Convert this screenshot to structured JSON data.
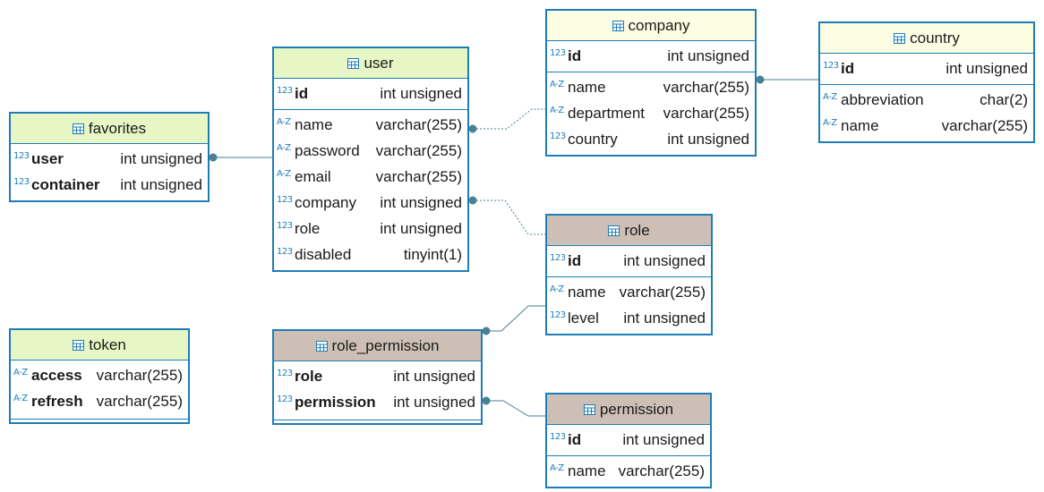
{
  "icons": {
    "numeric": "123",
    "text": "A-Z"
  },
  "colors": {
    "border": "#1e7db6",
    "header_green": "#e6f7c5",
    "header_yellow": "#fdfde3",
    "header_gray": "#cdbfb6",
    "connector": "#4a7f96"
  },
  "tables": {
    "favorites": {
      "title": "favorites",
      "cols": [
        {
          "name": "user",
          "type": "int unsigned",
          "icon": "123"
        },
        {
          "name": "container",
          "type": "int unsigned",
          "icon": "123"
        }
      ]
    },
    "user": {
      "title": "user",
      "pk": {
        "name": "id",
        "type": "int unsigned",
        "icon": "123"
      },
      "cols": [
        {
          "name": "name",
          "type": "varchar(255)",
          "icon": "A-Z"
        },
        {
          "name": "password",
          "type": "varchar(255)",
          "icon": "A-Z"
        },
        {
          "name": "email",
          "type": "varchar(255)",
          "icon": "A-Z"
        },
        {
          "name": "company",
          "type": "int unsigned",
          "icon": "123"
        },
        {
          "name": "role",
          "type": "int unsigned",
          "icon": "123"
        },
        {
          "name": "disabled",
          "type": "tinyint(1)",
          "icon": "123"
        }
      ]
    },
    "company": {
      "title": "company",
      "pk": {
        "name": "id",
        "type": "int unsigned",
        "icon": "123"
      },
      "cols": [
        {
          "name": "name",
          "type": "varchar(255)",
          "icon": "A-Z"
        },
        {
          "name": "department",
          "type": "varchar(255)",
          "icon": "A-Z"
        },
        {
          "name": "country",
          "type": "int unsigned",
          "icon": "123"
        }
      ]
    },
    "country": {
      "title": "country",
      "pk": {
        "name": "id",
        "type": "int unsigned",
        "icon": "123"
      },
      "cols": [
        {
          "name": "abbreviation",
          "type": "char(2)",
          "icon": "A-Z"
        },
        {
          "name": "name",
          "type": "varchar(255)",
          "icon": "A-Z"
        }
      ]
    },
    "role": {
      "title": "role",
      "pk": {
        "name": "id",
        "type": "int unsigned",
        "icon": "123"
      },
      "cols": [
        {
          "name": "name",
          "type": "varchar(255)",
          "icon": "A-Z"
        },
        {
          "name": "level",
          "type": "int unsigned",
          "icon": "123"
        }
      ]
    },
    "token": {
      "title": "token",
      "cols": [
        {
          "name": "access",
          "type": "varchar(255)",
          "icon": "A-Z"
        },
        {
          "name": "refresh",
          "type": "varchar(255)",
          "icon": "A-Z"
        }
      ]
    },
    "role_permission": {
      "title": "role_permission",
      "cols": [
        {
          "name": "role",
          "type": "int unsigned",
          "icon": "123"
        },
        {
          "name": "permission",
          "type": "int unsigned",
          "icon": "123"
        }
      ]
    },
    "permission": {
      "title": "permission",
      "pk": {
        "name": "id",
        "type": "int unsigned",
        "icon": "123"
      },
      "cols": [
        {
          "name": "name",
          "type": "varchar(255)",
          "icon": "A-Z"
        }
      ]
    }
  },
  "relationships": [
    {
      "from": "favorites.user",
      "to": "user",
      "style": "solid"
    },
    {
      "from": "user.company",
      "to": "company",
      "style": "dotted"
    },
    {
      "from": "user.role",
      "to": "role",
      "style": "dotted"
    },
    {
      "from": "company.country",
      "to": "country",
      "style": "solid"
    },
    {
      "from": "role_permission.role",
      "to": "role",
      "style": "solid"
    },
    {
      "from": "role_permission.permission",
      "to": "permission",
      "style": "solid"
    }
  ]
}
